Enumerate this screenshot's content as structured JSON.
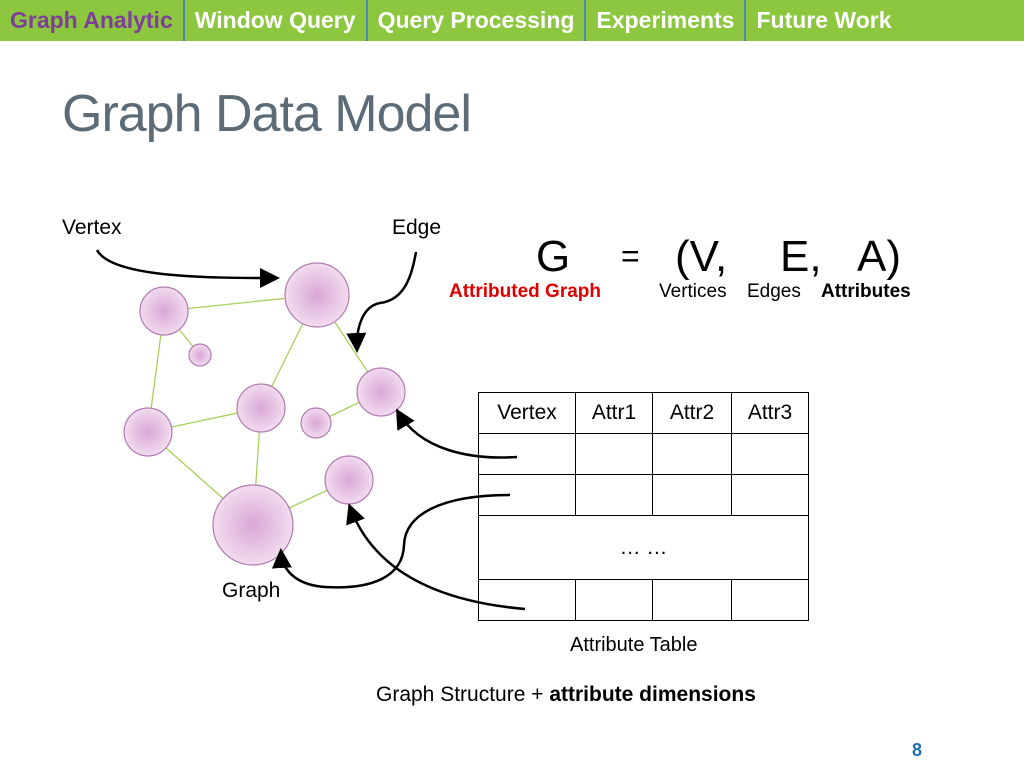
{
  "nav": {
    "tabs": [
      {
        "label": "Graph Analytic",
        "active": true
      },
      {
        "label": "Window Query",
        "active": false
      },
      {
        "label": "Query Processing",
        "active": false
      },
      {
        "label": "Experiments",
        "active": false
      },
      {
        "label": "Future Work",
        "active": false
      }
    ]
  },
  "slide": {
    "title": "Graph Data Model",
    "page_number": "8"
  },
  "diagram": {
    "vertex_label": "Vertex",
    "edge_label": "Edge",
    "graph_label": "Graph"
  },
  "formula": {
    "g": "G",
    "equals": "=",
    "v": "(V,",
    "e": "E,",
    "a": "A)",
    "g_caption": "Attributed Graph",
    "v_caption": "Vertices",
    "e_caption": "Edges",
    "a_caption": "Attributes"
  },
  "attribute_table": {
    "headers": [
      "Vertex",
      "Attr1",
      "Attr2",
      "Attr3"
    ],
    "ellipsis": "… …",
    "caption": "Attribute Table"
  },
  "footer": {
    "structure_text": "Graph Structure + ",
    "dimensions_text": "attribute dimensions"
  },
  "colors": {
    "nav_bg": "#8dc63f",
    "active_tab": "#7d3f98",
    "node_fill": "#e8c8e6",
    "node_stroke": "#b07ab0",
    "edge_line": "#a8cf5a",
    "accent_red": "#e00000",
    "page_number": "#1f6fb8"
  }
}
